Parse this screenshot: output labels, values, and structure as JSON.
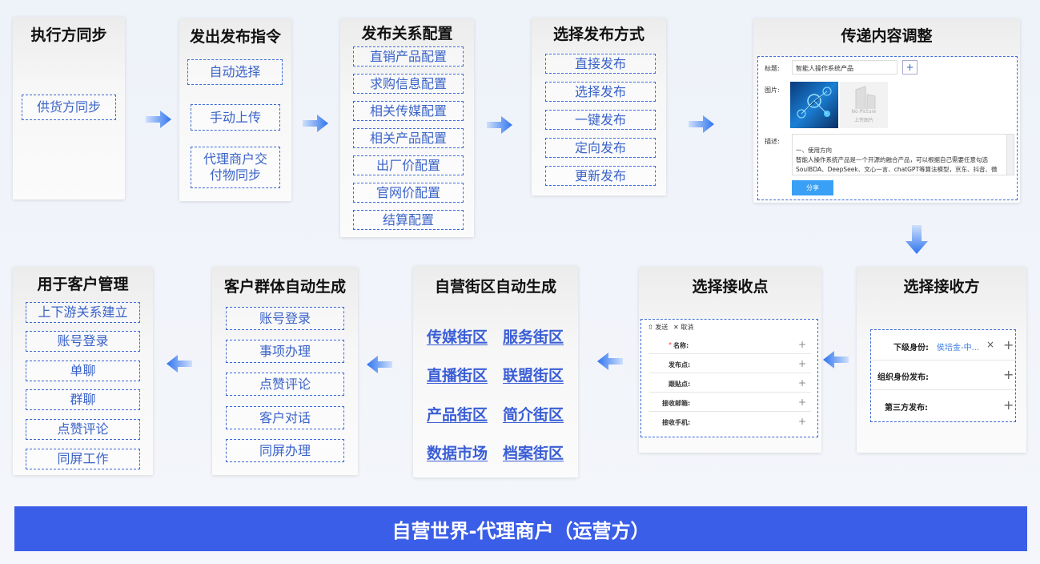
{
  "steps": {
    "s1": {
      "title": "执行方同步",
      "items": [
        "供货方同步"
      ]
    },
    "s2": {
      "title": "发出发布指令",
      "items": [
        "自动选择",
        "手动上传",
        "代理商户交\n付物同步"
      ]
    },
    "s3": {
      "title": "发布关系配置",
      "items": [
        "直销产品配置",
        "求购信息配置",
        "相关传媒配置",
        "相关产品配置",
        "出厂价配置",
        "官网价配置",
        "结算配置"
      ]
    },
    "s4": {
      "title": "选择发布方式",
      "items": [
        "直接发布",
        "选择发布",
        "一键发布",
        "定向发布",
        "更新发布"
      ]
    },
    "s5": {
      "title": "传递内容调整",
      "form": {
        "title_label": "标题:",
        "title_value": "智能人操作系统产品",
        "plus": "+",
        "image_label": "图片:",
        "no_picture": "No Picture",
        "upload_label": "上传图片",
        "desc_label": "描述:",
        "desc_text": "一、使用方向\n智能人操作系统产品是一个开源的融合产品，可以根据自己需要任意勾选SoulBDA、DeepSeek、文心一言、chatGPT等算法模型，京东、抖音、微信等社交平台，勤运、用友、认务等业务平台，配置出自己的关键数据",
        "share_button": "分享"
      }
    },
    "s6": {
      "title": "选择接收方",
      "rows": [
        {
          "label": "下级身份:",
          "value": "侯培金-中...",
          "close": "×",
          "plus": "+"
        },
        {
          "label": "组织身份发布:",
          "plus": "+"
        },
        {
          "label": "第三方发布:",
          "plus": "+"
        }
      ]
    },
    "s7": {
      "title": "选择接收点",
      "toolbar": {
        "send": "发送",
        "cancel": "取消"
      },
      "rows": [
        {
          "label": "名称:",
          "required": "*"
        },
        {
          "label": "发布点:"
        },
        {
          "label": "跟贴点:"
        },
        {
          "label": "接收邮箱:"
        },
        {
          "label": "接收手机:"
        }
      ]
    },
    "s8": {
      "title": "自营街区自动生成",
      "streets": [
        "传媒街区",
        "服务街区",
        "直播街区",
        "联盟街区",
        "产品街区",
        "简介街区",
        "数据市场",
        "档案街区"
      ]
    },
    "s9": {
      "title": "客户群体自动生成",
      "items": [
        "账号登录",
        "事项办理",
        "点赞评论",
        "客户对话",
        "同屏办理"
      ]
    },
    "s10": {
      "title": "用于客户管理",
      "items": [
        "上下游关系建立",
        "账号登录",
        "单聊",
        "群聊",
        "点赞评论",
        "同屏工作"
      ]
    }
  },
  "footer": "自营世界-代理商户（运营方）",
  "colors": {
    "accent": "#3b5ee8",
    "dashed": "#3d6bd6",
    "arrow": "#3d7ef0"
  }
}
